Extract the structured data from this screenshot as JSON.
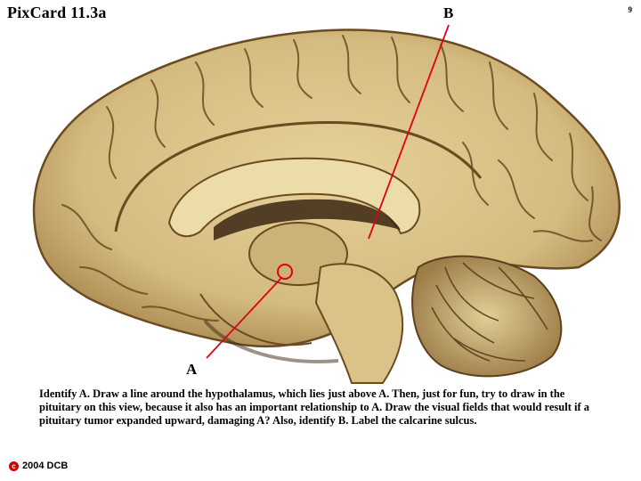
{
  "header": {
    "title": "PixCard 11.3a",
    "page_number": "9"
  },
  "figure": {
    "label_a": "A",
    "label_b": "B",
    "pointer_color": "#e0001b",
    "tissue_color": "#d8c188",
    "tissue_shadow": "#6b4a22"
  },
  "question": "Identify A. Draw a line around the hypothalamus, which lies just above A. Then, just for fun, try to draw in the pituitary on this view, because it also has an important relationship to A. Draw the visual fields that would result if a pituitary tumor expanded upward, damaging A? Also, identify B.  Label the calcarine sulcus.",
  "footer": {
    "copyright_symbol": "c",
    "copyright_text": "2004 DCB"
  }
}
